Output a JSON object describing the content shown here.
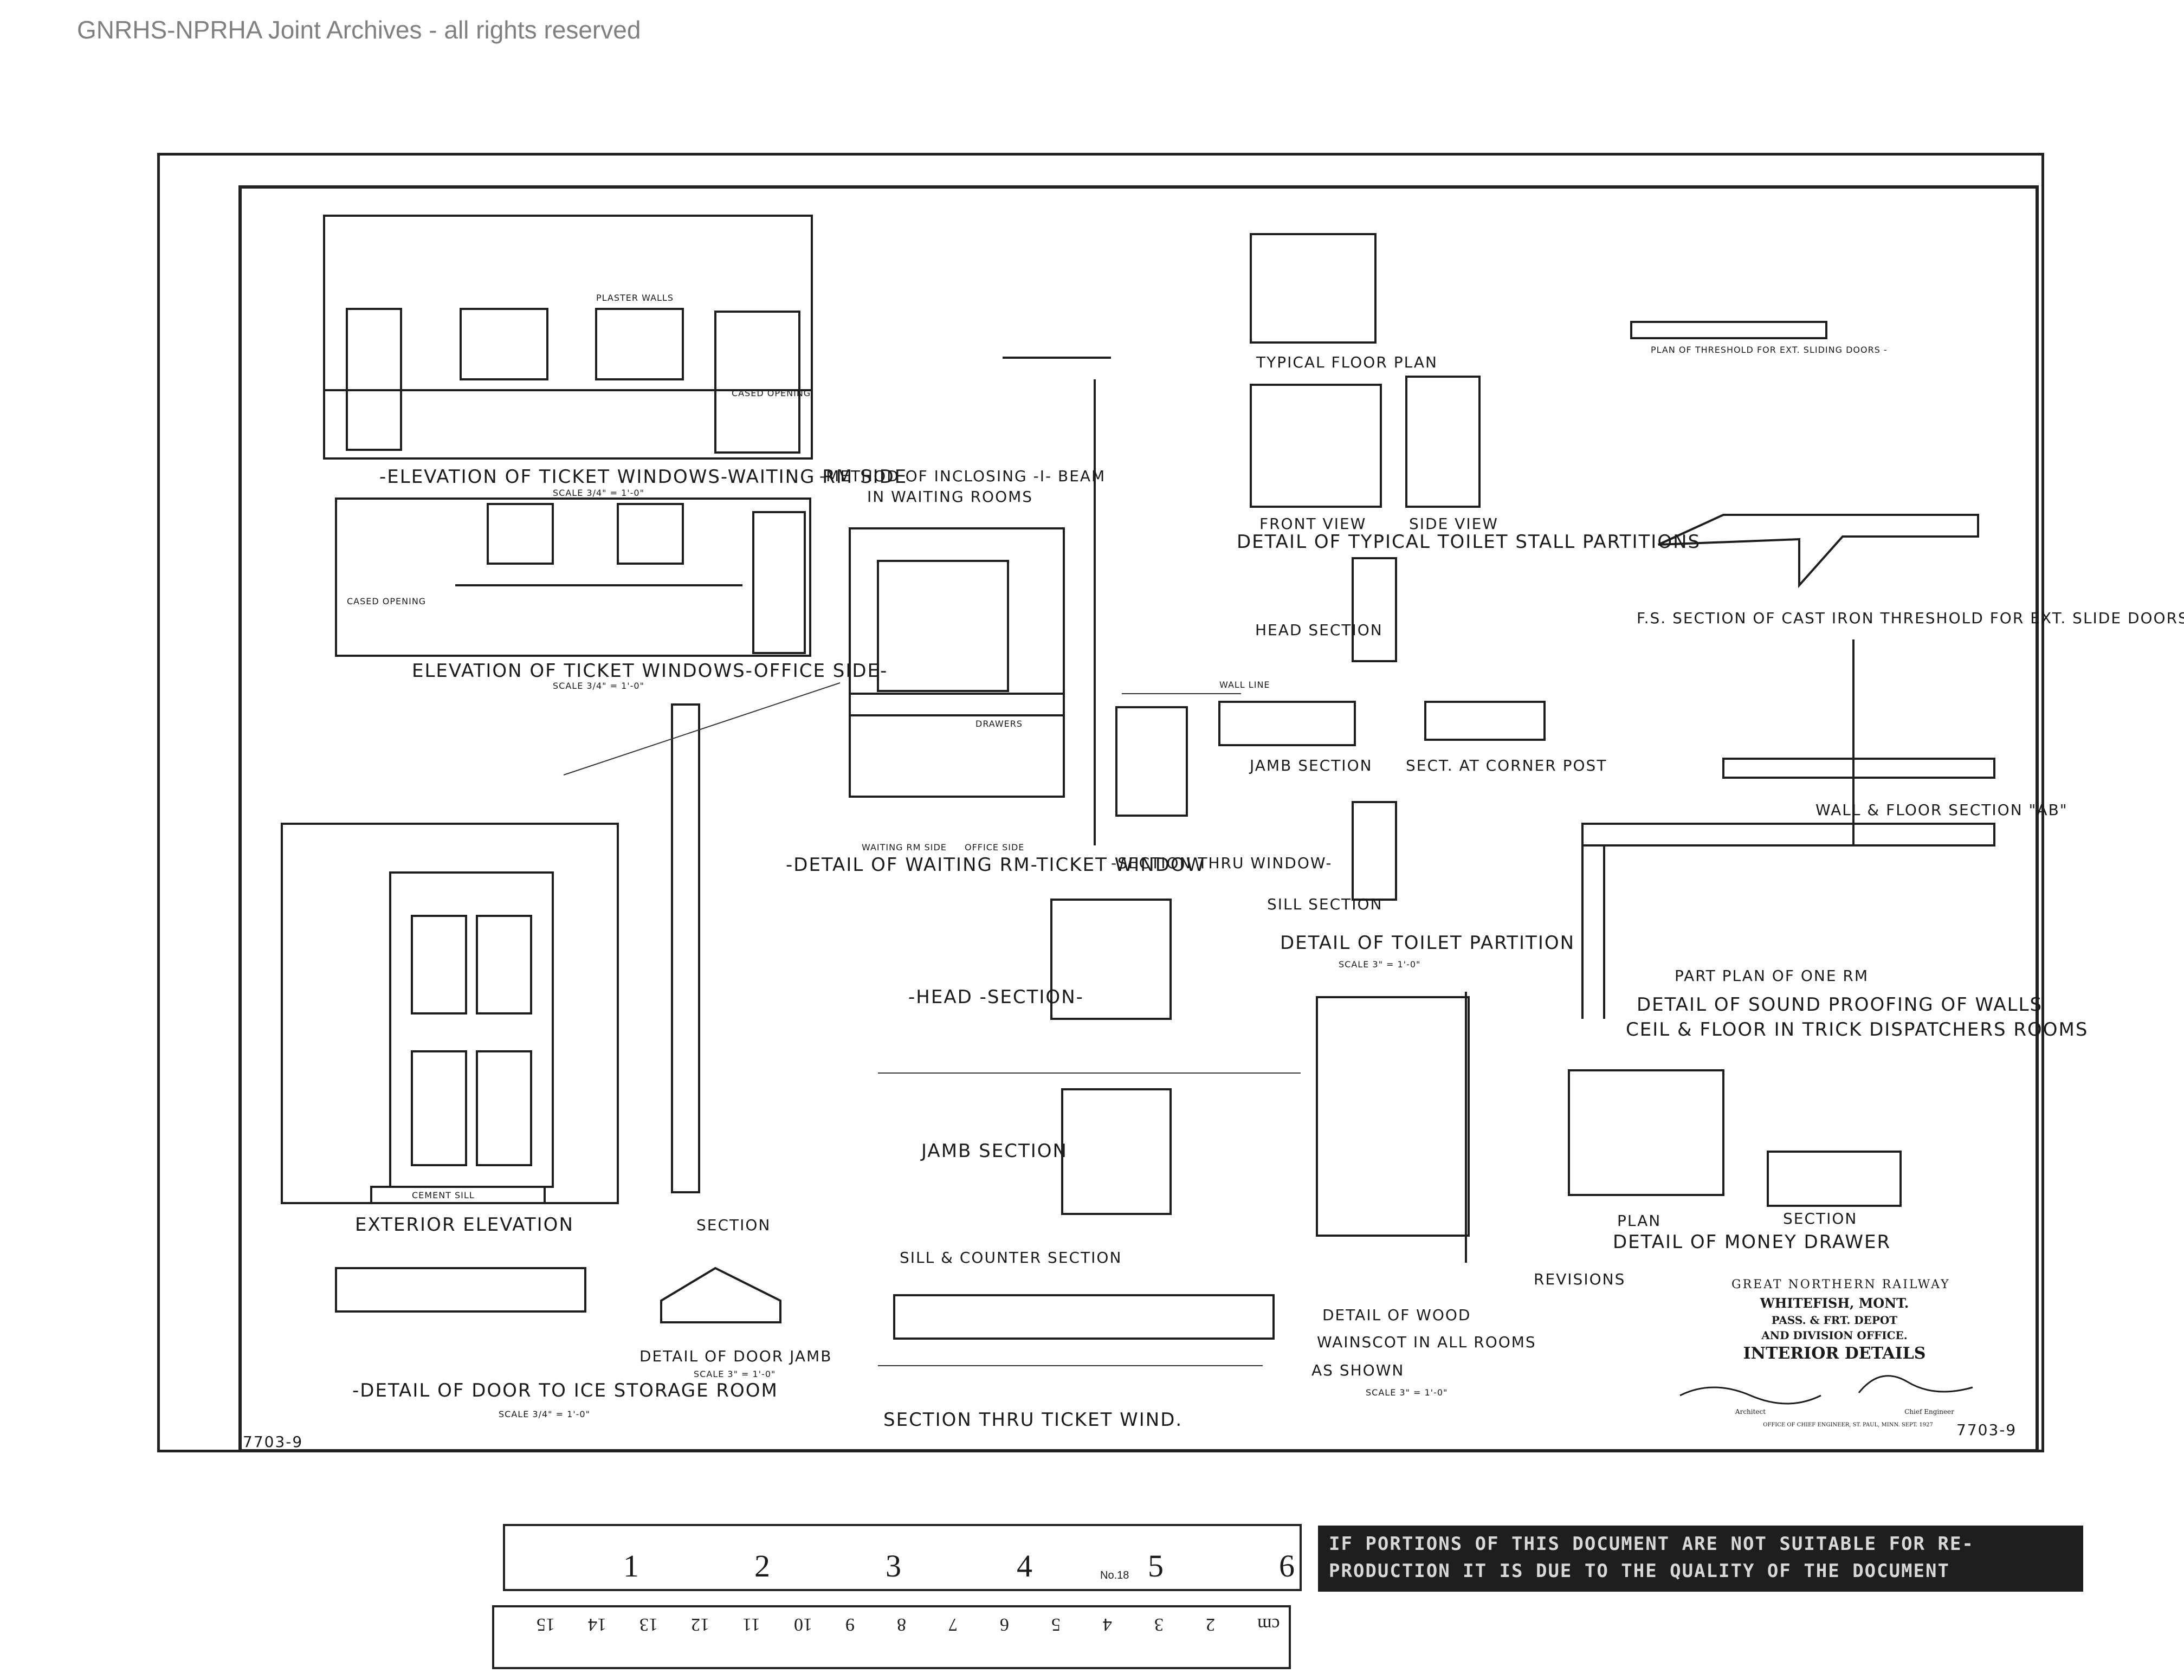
{
  "watermark": "GNRHS-NPRHA Joint Archives - all rights reserved",
  "drawing": {
    "number_left": "7703-9",
    "number_right": "7703-9",
    "labels": {
      "ticket_waiting": "-Elevation of Ticket Windows-Waiting Rm Side",
      "ticket_waiting_scale": "Scale 3/4\" = 1'-0\"",
      "ticket_office": "Elevation of Ticket Windows-Office Side-",
      "ticket_office_scale": "Scale 3/4\" = 1'-0\"",
      "ibeam_1": "-Method of Inclosing -I- Beam",
      "ibeam_2": "in Waiting Rooms",
      "waiting_detail": "-Detail of Waiting Rm-Ticket Window",
      "waiting_side": "Waiting Rm Side",
      "office_side": "Office Side",
      "section_window": "-Section Thru Window-",
      "typical_floor_plan": "Typical Floor Plan",
      "front_view": "Front View",
      "side_view": "Side View",
      "toilet_stall": "Detail of Typical Toilet Stall Partitions",
      "head_section_1": "Head Section",
      "jamb_section_1": "Jamb Section",
      "sect_corner_post": "Sect. at Corner Post",
      "sill_section": "Sill Section",
      "toilet_partition": "Detail of Toilet Partition",
      "toilet_partition_scale": "Scale 3\" = 1'-0\"",
      "plan_threshold": "Plan of Threshold for Ext. Sliding Doors -",
      "fs_threshold": "F.S. Section of Cast Iron Threshold for Ext. Slide Doors",
      "wall_floor": "Wall & Floor Section \"AB\"",
      "part_plan": "Part Plan of One Rm",
      "sound_1": "Detail of Sound Proofing of Walls",
      "sound_2": "Ceil & Floor in Trick Dispatchers Rooms",
      "exterior_elev": "Exterior Elevation",
      "section_small": "Section",
      "door_jamb": "Detail of Door Jamb",
      "door_jamb_scale": "Scale 3\" = 1'-0\"",
      "ice_storage": "-Detail of Door to Ice Storage Room",
      "ice_scale": "Scale 3/4\" = 1'-0\"",
      "head_section_2": "-Head -Section-",
      "jamb_section_2": "Jamb Section",
      "sill_counter": "Sill & Counter Section",
      "section_ticket": "Section Thru Ticket Wind.",
      "wood_wainscot_1": "Detail of Wood",
      "wood_wainscot_2": "Wainscot in All Rooms",
      "wood_wainscot_3": "As Shown",
      "wainscot_scale": "Scale 3\" = 1'-0\"",
      "plan": "Plan",
      "section_drawer": "Section",
      "money_drawer": "Detail of Money Drawer",
      "revisions": "Revisions",
      "cement_sill": "Cement Sill",
      "plaster_walls": "Plaster Walls",
      "cased_opening_1": "Cased Opening",
      "cased_opening_2": "Cased Opening",
      "drawers": "Drawers",
      "wall_line": "Wall Line"
    },
    "title_block": {
      "railway": "GREAT NORTHERN RAILWAY",
      "place": "WHITEFISH, MONT.",
      "line1": "PASS. & FRT. DEPOT",
      "line2": "AND DIVISION OFFICE.",
      "subject": "INTERIOR DETAILS",
      "architect": "Architect",
      "chief_engineer": "Chief Engineer",
      "office": "OFFICE OF CHIEF ENGINEER, ST. PAUL, MINN. SEPT. 1927"
    }
  },
  "ruler": {
    "inch_labels": [
      "1",
      "2",
      "3",
      "4",
      "5",
      "6"
    ],
    "cm_labels": [
      "cm",
      "2",
      "3",
      "4",
      "5",
      "6",
      "7",
      "8",
      "9",
      "10",
      "11",
      "12",
      "13",
      "14",
      "15"
    ],
    "model": "No.18"
  },
  "notice": {
    "line1": "IF PORTIONS OF THIS DOCUMENT ARE NOT SUITABLE FOR RE-",
    "line2": "PRODUCTION IT IS DUE TO THE QUALITY OF THE DOCUMENT"
  }
}
